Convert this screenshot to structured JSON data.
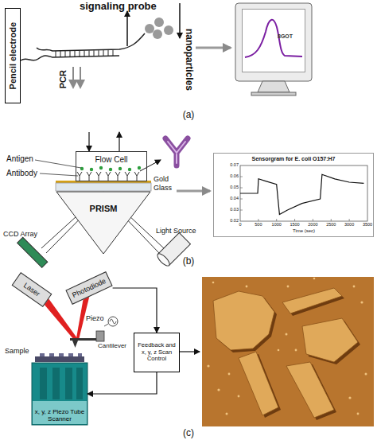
{
  "diagram": {
    "nodes": [
      {
        "text": [
          "Pencil electrode"
        ]
      },
      {
        "text": [
          "8GOT"
        ]
      },
      {
        "text": [
          "Flow Cell"
        ]
      },
      {
        "text": [
          "PRISM"
        ]
      },
      {
        "text": [
          "Sensorgram for E. coli O157:H7"
        ]
      },
      {
        "text": [
          "Laser"
        ]
      },
      {
        "text": [
          "Photodiode"
        ]
      },
      {
        "text": [
          "Feedback and x, y, z Scan Control"
        ]
      },
      {
        "text": [
          "x, y, z Piezo Tube Scanner"
        ]
      }
    ],
    "edges": [
      {
        "from": 6,
        "to": 7,
        "arrow": "to"
      },
      {
        "from": 7,
        "to": 8,
        "arrow": "to"
      }
    ],
    "labels": [
      "signaling probe",
      "nanoparticles",
      "PCR",
      "(a)",
      "Antigen",
      "Antibody",
      "Gold",
      "Glass",
      "CCD Array",
      "Light Source",
      "0",
      "500",
      "1000",
      "1500",
      "2000",
      "2500",
      "3000",
      "3500",
      "0.02",
      "0.03",
      "0.04",
      "0.05",
      "0.06",
      "0.07",
      "Time (sec)",
      "(b)",
      "Piezo",
      "Cantilever",
      "Sample",
      "(c)"
    ]
  }
}
